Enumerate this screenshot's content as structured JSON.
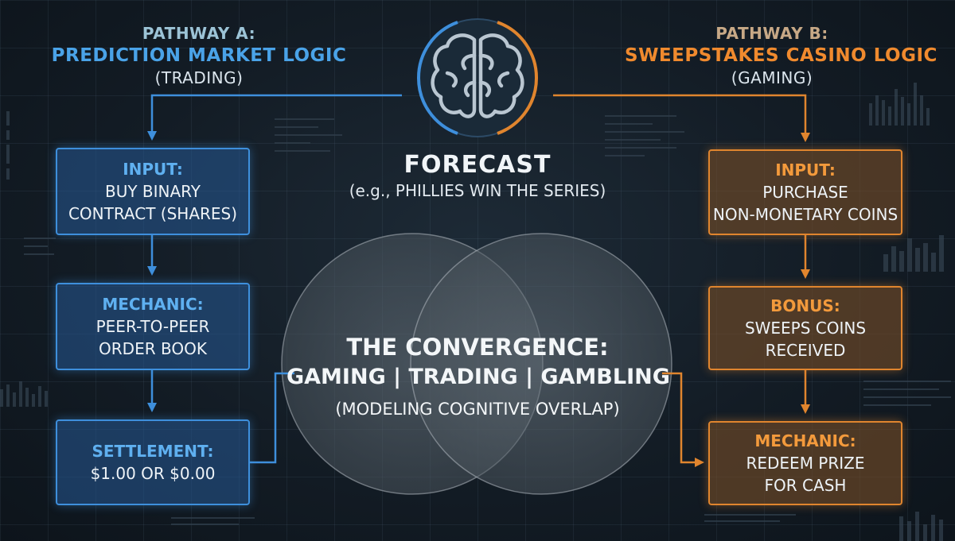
{
  "pathway_a": {
    "label": "PATHWAY A:",
    "title": "PREDICTION MARKET LOGIC",
    "subtitle": "(TRADING)",
    "steps": [
      {
        "title": "INPUT:",
        "lines": [
          "BUY BINARY",
          "CONTRACT (SHARES)"
        ]
      },
      {
        "title": "MECHANIC:",
        "lines": [
          "PEER-TO-PEER",
          "ORDER BOOK"
        ]
      },
      {
        "title": "SETTLEMENT:",
        "lines": [
          "$1.00 OR $0.00"
        ]
      }
    ],
    "color": "#3e8fdc"
  },
  "pathway_b": {
    "label": "PATHWAY B:",
    "title": "SWEEPSTAKES CASINO LOGIC",
    "subtitle": "(GAMING)",
    "steps": [
      {
        "title": "INPUT:",
        "lines": [
          "PURCHASE",
          "NON-MONETARY COINS"
        ]
      },
      {
        "title": "BONUS:",
        "lines": [
          "SWEEPS COINS",
          "RECEIVED"
        ]
      },
      {
        "title": "MECHANIC:",
        "lines": [
          "REDEEM PRIZE",
          "FOR CASH"
        ]
      }
    ],
    "color": "#e0852e"
  },
  "center": {
    "icon": "brain-icon",
    "title": "FORECAST",
    "subtitle": "(e.g., PHILLIES WIN THE SERIES)"
  },
  "convergence": {
    "title": "THE CONVERGENCE:",
    "line2": "GAMING | TRADING | GAMBLING",
    "line3": "(MODELING COGNITIVE OVERLAP)"
  }
}
